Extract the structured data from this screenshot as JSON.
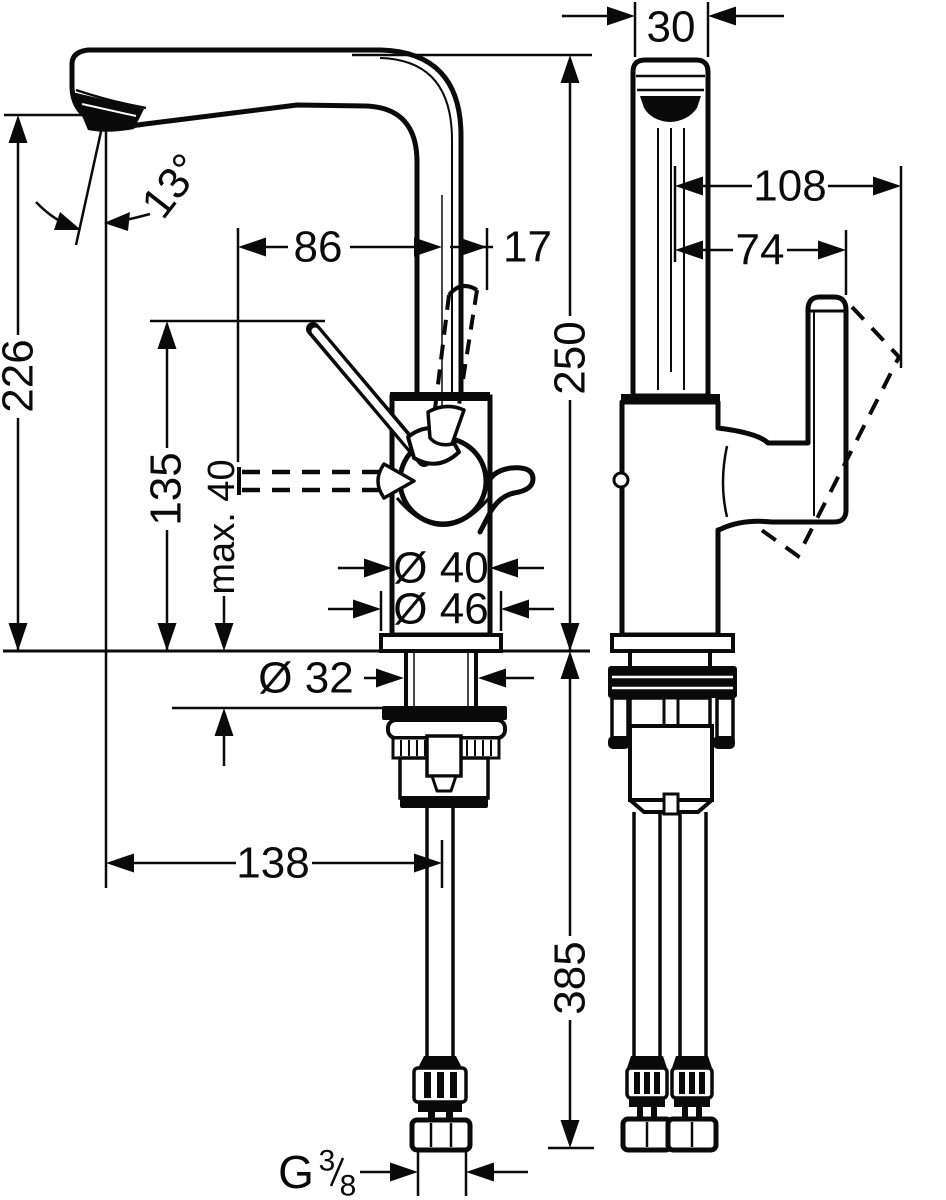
{
  "drawing": {
    "dimensions": {
      "spout_column_width": "30",
      "handle_swing_reach": "108",
      "handle_reach": "74",
      "lever_tip_offset": "86",
      "lever_open_offset": "17",
      "spout_height_above_deck": "250",
      "outlet_height_above_deck": "226",
      "lever_height_above_deck": "135",
      "max_deck_thickness": "max. 40",
      "body_diameter": "Ø 40",
      "base_diameter": "Ø 46",
      "shank_diameter": "Ø 32",
      "outlet_to_axis": "138",
      "hose_length_below_deck": "385",
      "spout_angle": "13°",
      "thread": {
        "prefix": "G",
        "numerator": "3",
        "denominator": "8"
      }
    }
  }
}
